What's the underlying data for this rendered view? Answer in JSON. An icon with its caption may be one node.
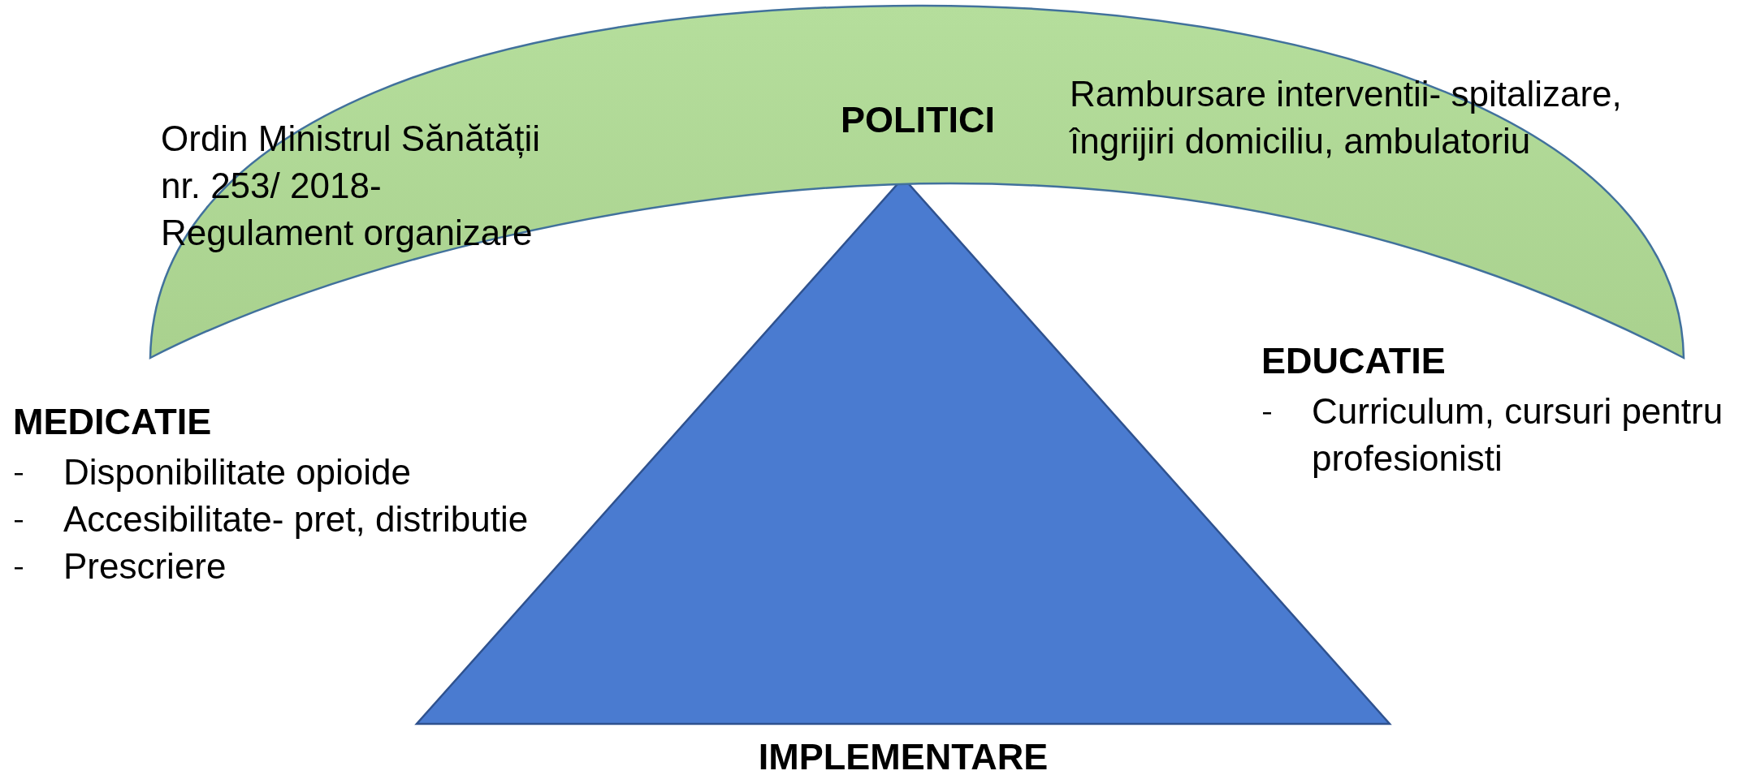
{
  "diagram": {
    "nodes": [
      {
        "text": [
          "POLITICI",
          "Ordin Ministrul Sănătății nr. 253/ 2018- Regulament organizare",
          "Rambursare interventii- spitalizare, îngrijiri domiciliu, ambulatoriu"
        ]
      },
      {
        "text": [
          "IMPLEMENTARE"
        ]
      }
    ],
    "labels": [
      "MEDICATIE",
      "Disponibilitate opioide",
      "Accesibilitate- pret, distributie",
      "Prescriere",
      "EDUCATIE",
      "Curriculum, cursuri pentru profesionisti"
    ]
  }
}
